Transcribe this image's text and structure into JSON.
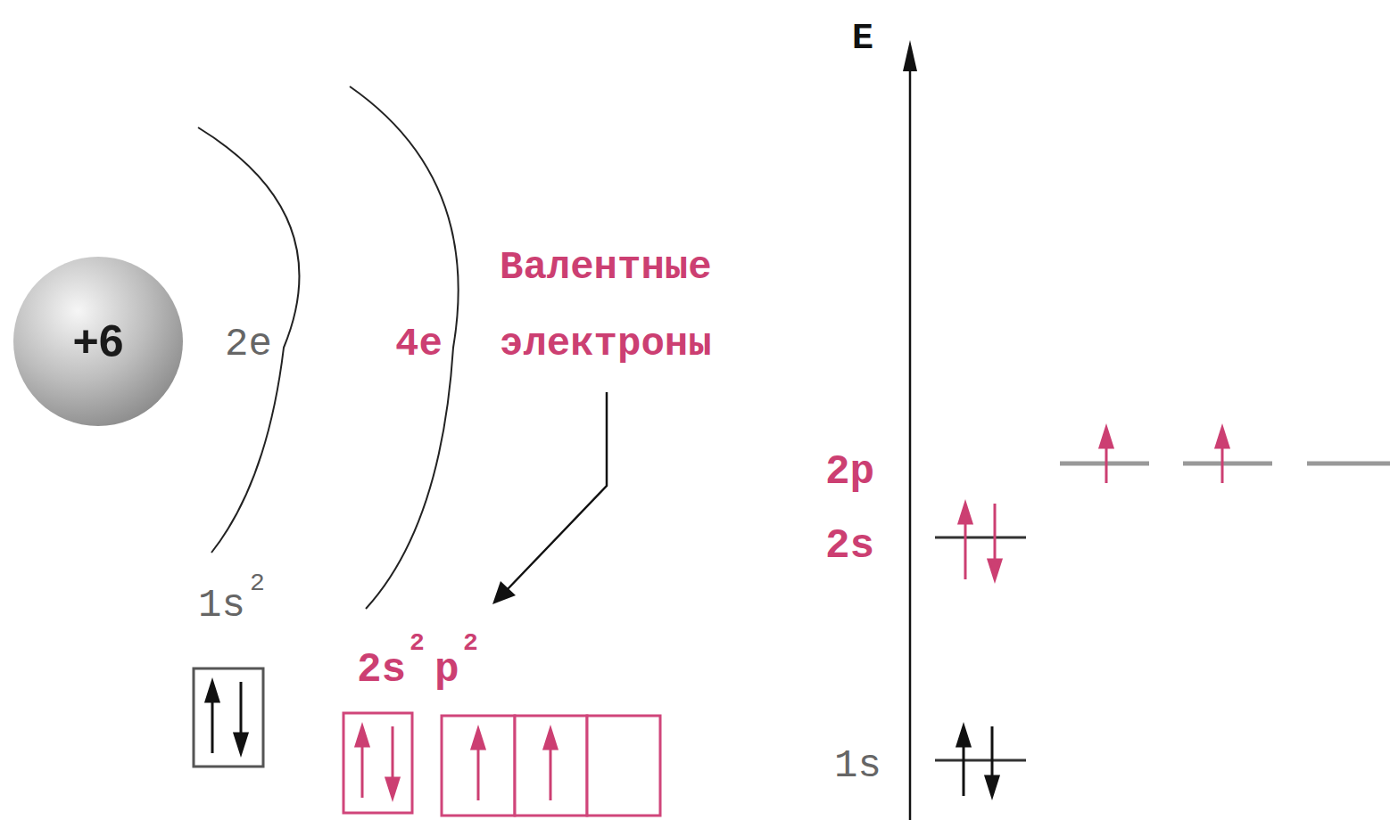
{
  "diagram": {
    "nodes": [
      {
        "text": [
          "+6"
        ]
      }
    ],
    "labels": [
      "2e",
      "4e",
      "Валентные электроны",
      "1s",
      "2",
      "2s",
      "2",
      "p",
      "2",
      "E",
      "2p",
      "2s",
      "1s"
    ]
  }
}
